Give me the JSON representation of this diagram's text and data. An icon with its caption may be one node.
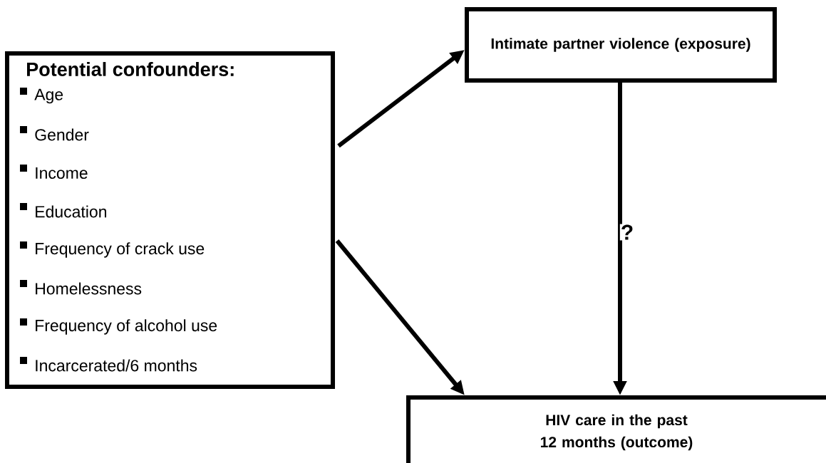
{
  "diagram": {
    "nodes": [
      {
        "text": [
          "Potential confounders:",
          "Age",
          "Gender",
          "Income",
          "Education",
          "Frequency of crack use",
          "Homelessness",
          "Frequency of alcohol use",
          "Incarcerated/6 months"
        ]
      },
      {
        "text": [
          "Intimate partner violence (exposure)"
        ]
      },
      {
        "text": [
          "HIV care in the past 12 months (outcome)"
        ]
      }
    ],
    "edges": [
      {
        "from": 0,
        "to": 1,
        "arrow": "to"
      },
      {
        "from": 0,
        "to": 2,
        "arrow": "to"
      },
      {
        "from": 1,
        "to": 2,
        "arrow": "to",
        "label": "?"
      }
    ]
  }
}
